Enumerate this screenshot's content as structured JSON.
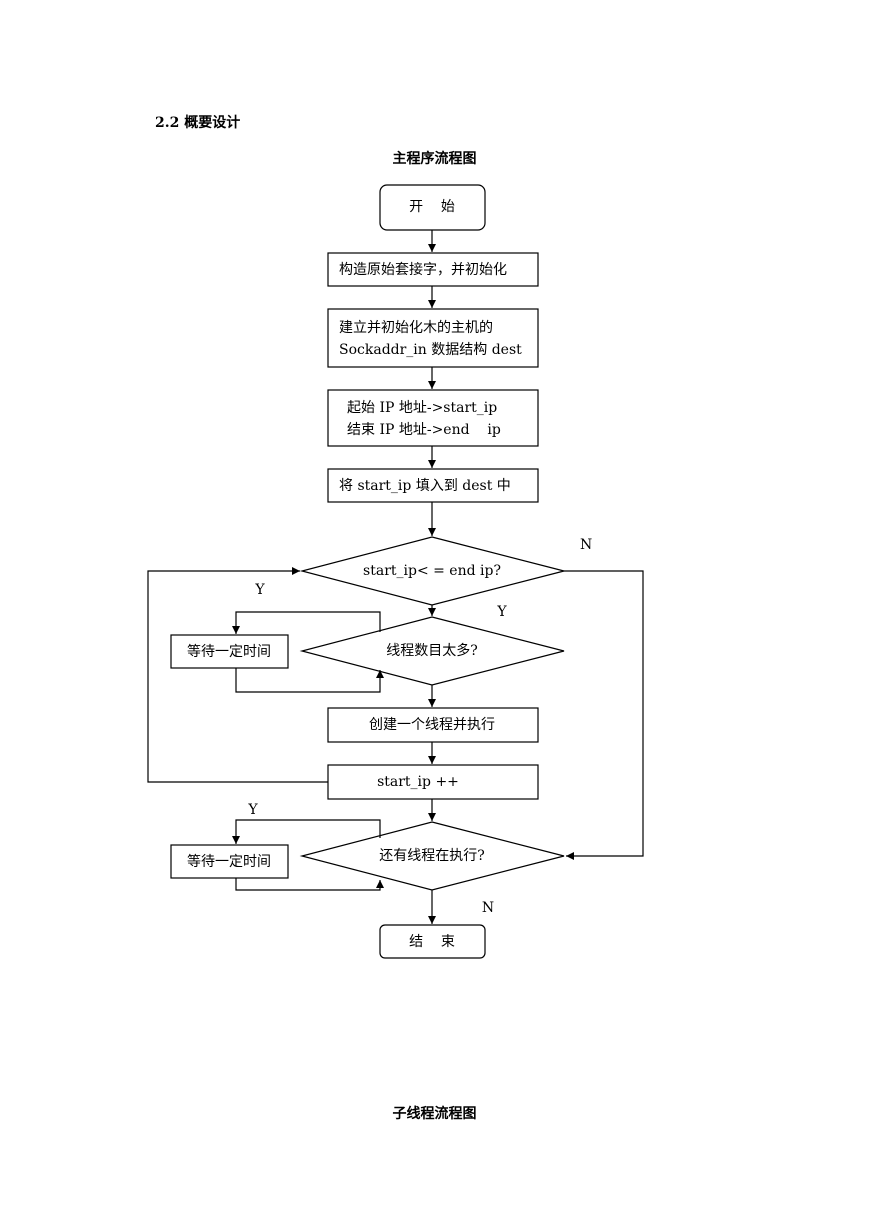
{
  "section_heading": "2.2 概要设计",
  "main_flow_title": "主程序流程图",
  "sub_flow_title": "子线程流程图",
  "nodes": {
    "start": "开    始",
    "create_socket": "构造原始套接字，并初始化",
    "init_dest_line1": "建立并初始化木的主机的",
    "init_dest_line2": "Sockaddr_in 数据结构 dest",
    "ip_range_line1": "起始 IP 地址->start_ip",
    "ip_range_line2": "结束 IP 地址->end    ip",
    "fill_dest": "将 start_ip 填入到 dest 中",
    "loop_condition": "start_ip< = end ip?",
    "too_many_threads": "线程数目太多?",
    "wait_1": "等待一定时间",
    "create_thread": "创建一个线程并执行",
    "increment_ip": "start_ip ++",
    "threads_running": "还有线程在执行?",
    "wait_2": "等待一定时间",
    "end": "结    束"
  },
  "edge_labels": {
    "loop_no": "N",
    "too_many_yes": "Y",
    "too_many_no": "Y",
    "running_yes": "Y",
    "running_no": "N"
  }
}
